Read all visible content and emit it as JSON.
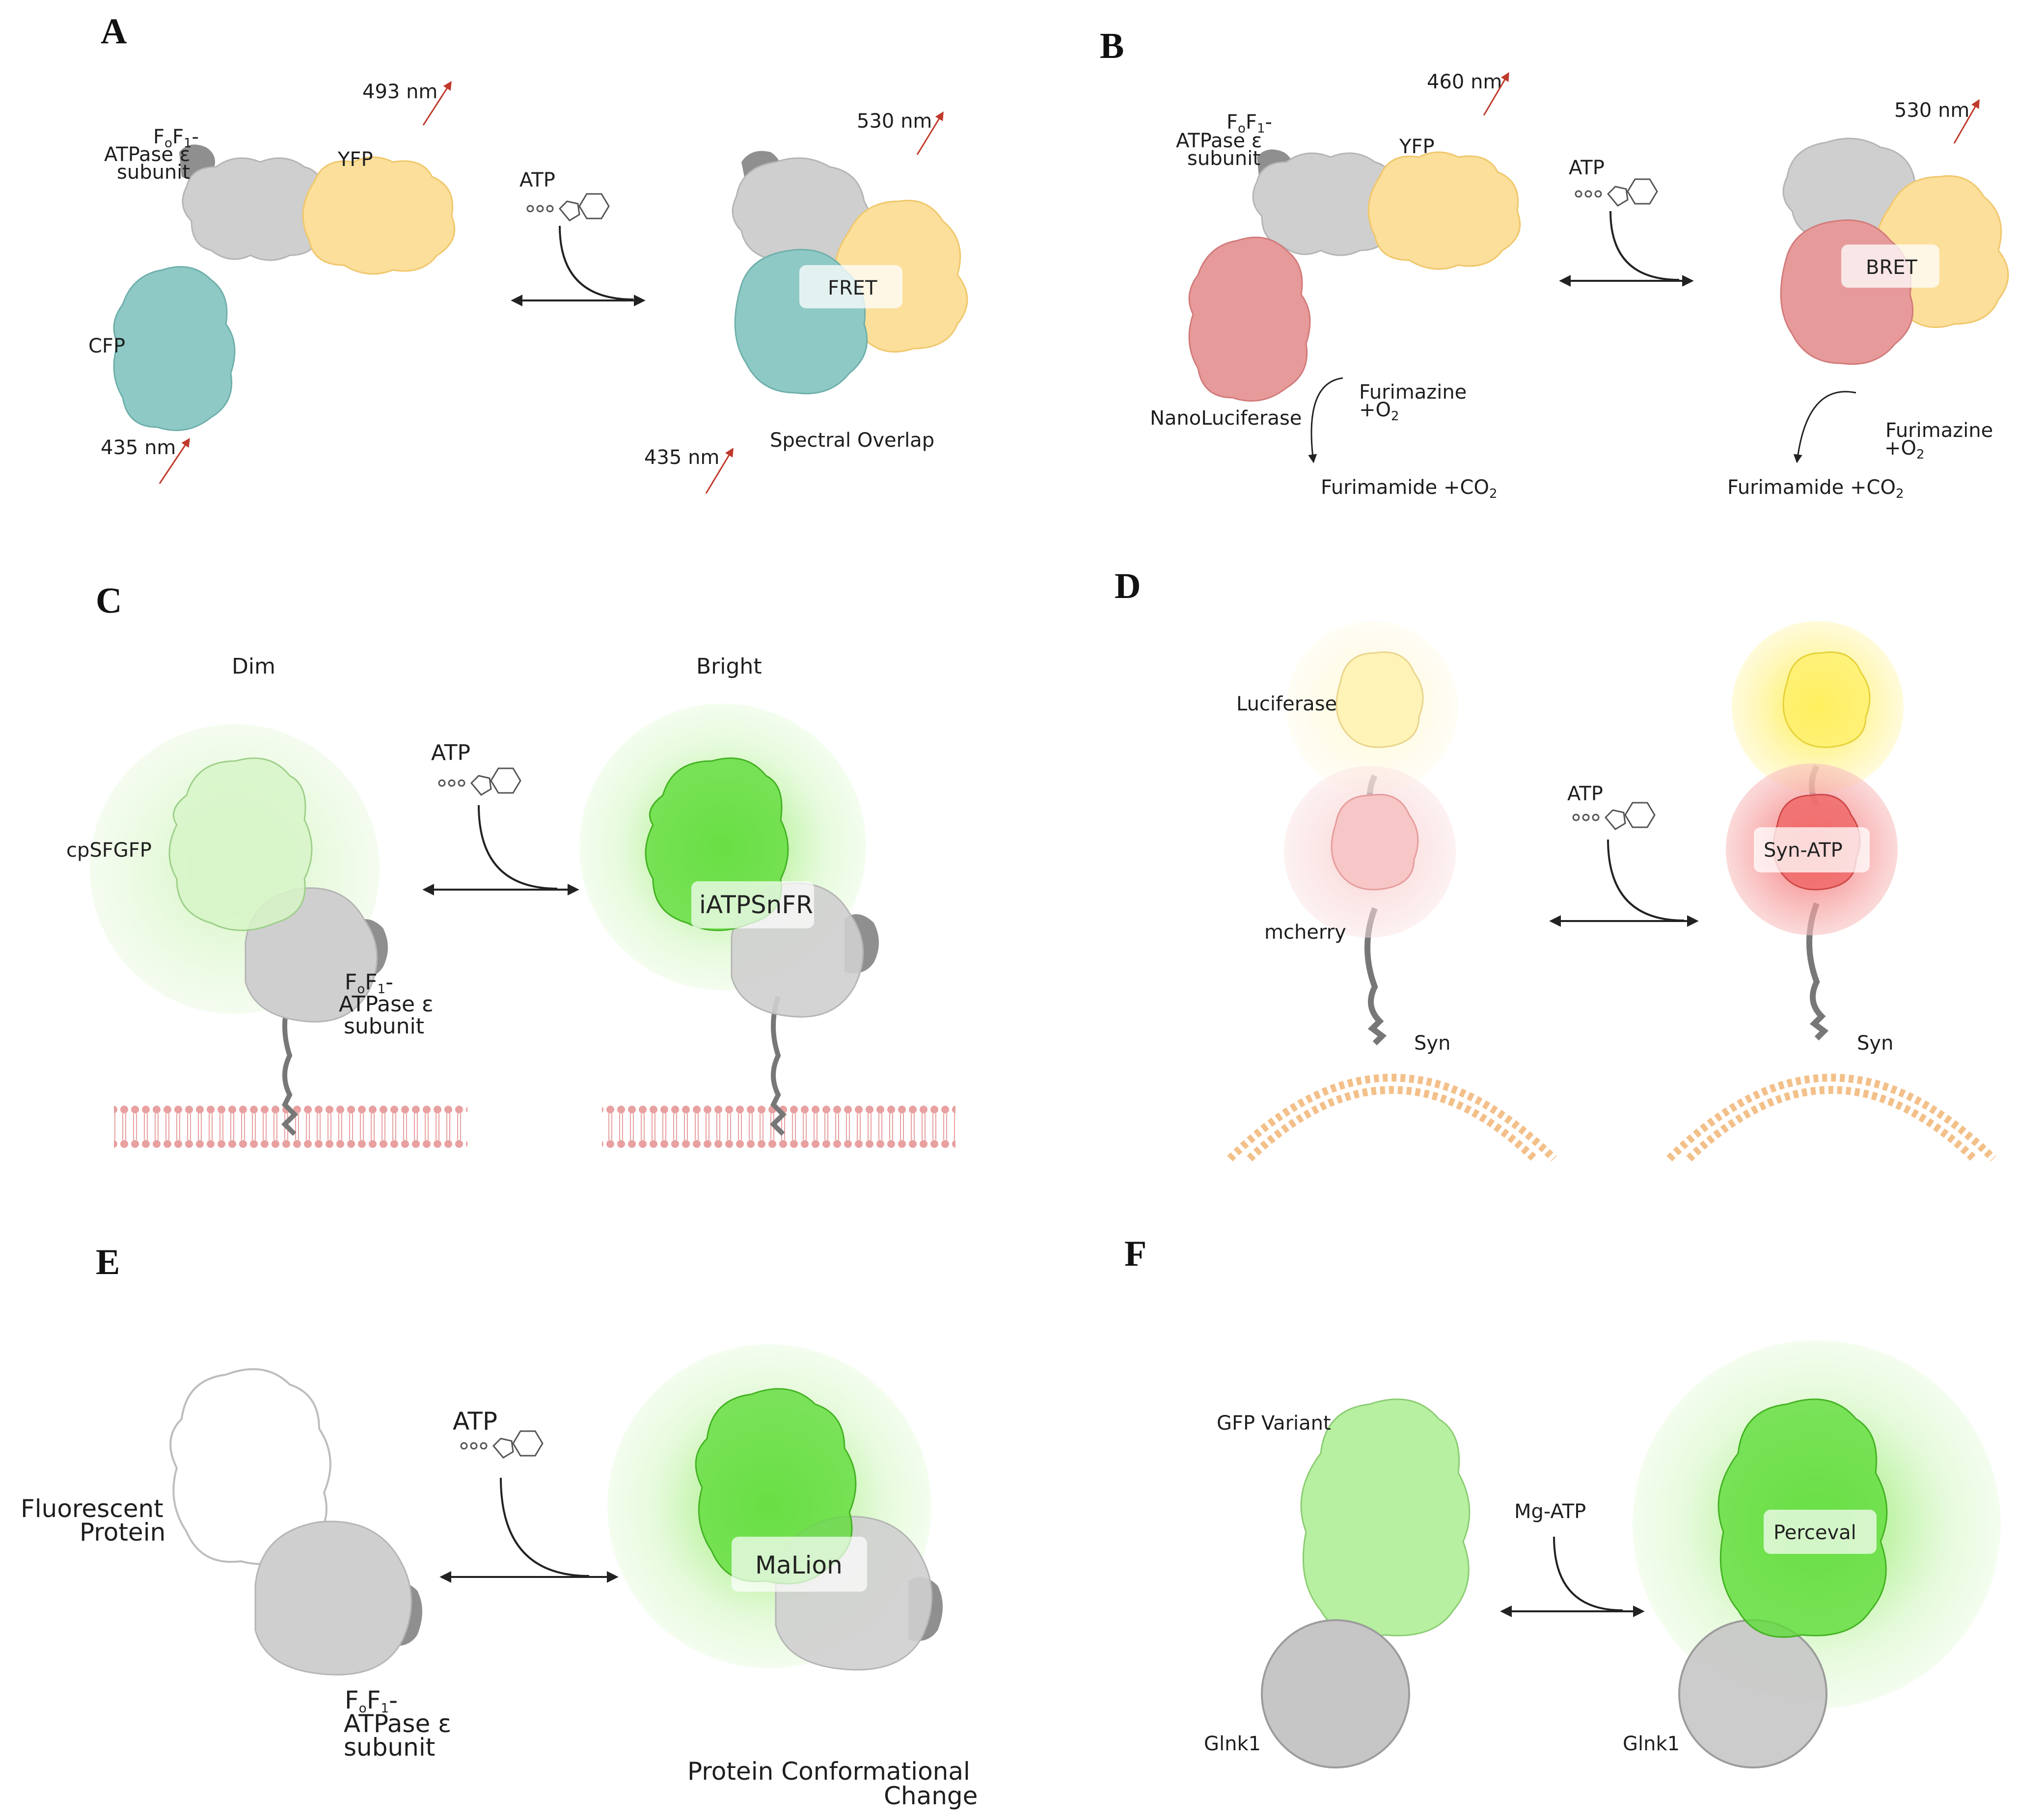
{
  "panels": [
    {
      "letter": "A"
    },
    {
      "letter": "B"
    },
    {
      "letter": "C"
    },
    {
      "letter": "D"
    },
    {
      "letter": "E"
    },
    {
      "letter": "F"
    }
  ],
  "text": {
    "a_493": "493 nm",
    "a_530": "530 nm",
    "a_435_left": "435 nm",
    "a_435_right": "435 nm",
    "a_yfp": "YFP",
    "a_cfp": "CFP",
    "a_atp": "ATP",
    "a_fret": "FRET",
    "a_spectral": "Spectral Overlap",
    "f_f": "F",
    "f_o": "o",
    "f_f2": "F",
    "f_1": "1",
    "f_dash": "-",
    "atpase": "ATPase ε",
    "subunit": "subunit",
    "b_460": "460 nm",
    "b_530": "530 nm",
    "b_yfp": "YFP",
    "b_atp": "ATP",
    "b_bret": "BRET",
    "b_nanoluc": "NanoLuciferase",
    "b_furimazine": "Furimazine",
    "b_o2": "+O",
    "b_o2_sub": "2",
    "b_furimamide": "Furimamide +CO",
    "b_co2_sub": "2",
    "c_dim": "Dim",
    "c_bright": "Bright",
    "c_atp": "ATP",
    "c_cpsfgfp": "cpSFGFP",
    "c_iatpsnfr": "iATPSnFR",
    "d_luciferase": "Luciferase",
    "d_mcherry": "mcherry",
    "d_syn": "Syn",
    "d_atp": "ATP",
    "d_synatp": "Syn-ATP",
    "e_atp": "ATP",
    "e_fluor1": "Fluorescent",
    "e_fluor2": "Protein",
    "e_malion": "MaLion",
    "e_conf1": "Protein Conformational",
    "e_conf2": "Change",
    "f_gfp": "GFP Variant",
    "f_mgatp": "Mg-ATP",
    "f_perceval": "Perceval",
    "f_glnk1": "Glnk1"
  },
  "colors": {
    "cfp": "#8fc9c5",
    "yfp": "#fbdf9b",
    "gray": "#cfcfcf",
    "darkgray": "#9a9a9a",
    "nanoluc": "#e79a9a",
    "green": "#6fe04a",
    "lightgreen": "#bdf2a6",
    "glow": "#dff8d2",
    "membrane": "#e8a0a0",
    "vesicle": "#f3c08a",
    "luciferase": "#fff4b0",
    "mcherry": "#f7b7b7",
    "arrow": "#c0392b"
  },
  "icons": [
    "atp-molecule-icon",
    "wavelength-arrow-icon",
    "reaction-arrow-icon",
    "equilibrium-arrow-icon"
  ]
}
